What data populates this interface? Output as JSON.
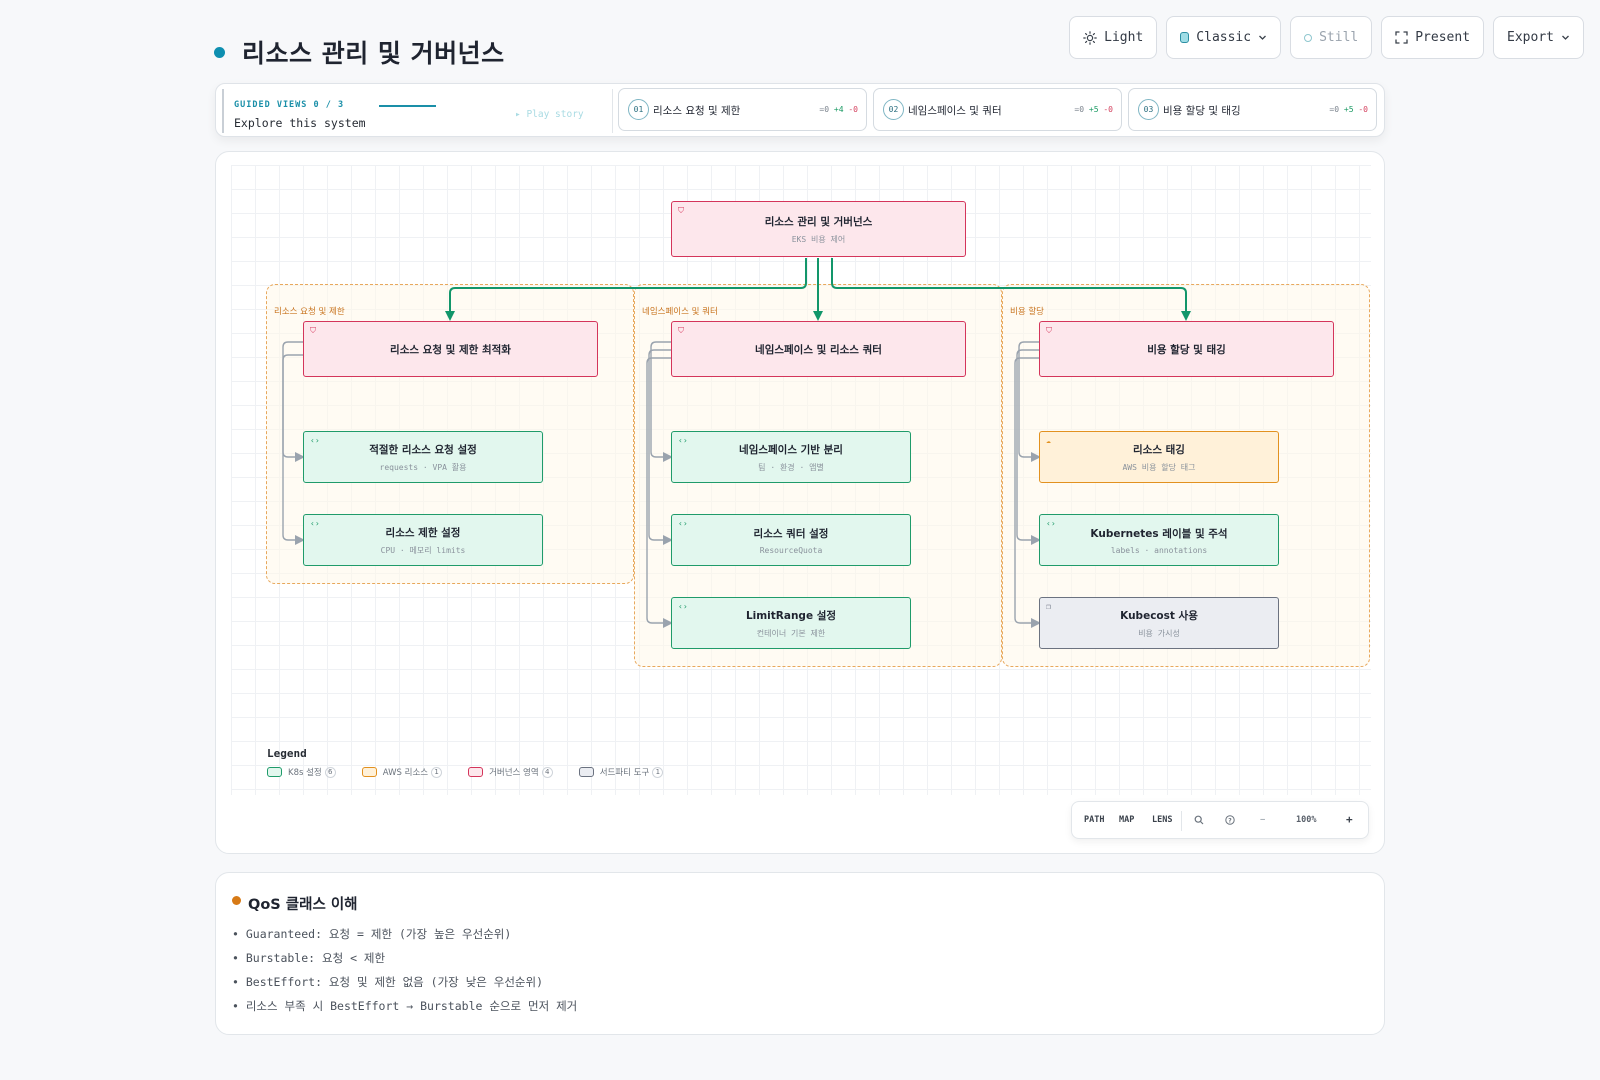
{
  "page": {
    "title": "리소스 관리 및 거버넌스",
    "accent_color": "#0e8fb0"
  },
  "toolbar": {
    "light_label": "Light",
    "theme_label": "Classic",
    "motion_label": "Still",
    "present_label": "Present",
    "export_label": "Export"
  },
  "guided": {
    "label": "GUIDED VIEWS 0 / 3",
    "subtitle": "Explore this system",
    "play_label": "▸ Play story",
    "stories": [
      {
        "num": "01",
        "title": "리소스 요청 및 제한",
        "eq": "=0",
        "plus": "+4",
        "minus": "-0"
      },
      {
        "num": "02",
        "title": "네임스페이스 및 쿼터",
        "eq": "=0",
        "plus": "+5",
        "minus": "-0"
      },
      {
        "num": "03",
        "title": "비용 할당 및 태깅",
        "eq": "=0",
        "plus": "+5",
        "minus": "-0"
      }
    ]
  },
  "diagram": {
    "root": {
      "title": "리소스 관리 및 거버넌스",
      "sub": "EKS 비용 제어",
      "kind": "gov",
      "icon": "shield-icon"
    },
    "groups": [
      {
        "label": "리소스 요청 및 제한",
        "head": {
          "title": "리소스 요청 및 제한 최적화",
          "kind": "gov",
          "icon": "shield-icon"
        },
        "children": [
          {
            "title": "적절한 리소스 요청 설정",
            "sub": "requests · VPA 활용",
            "kind": "k8s",
            "icon": "code-icon"
          },
          {
            "title": "리소스 제한 설정",
            "sub": "CPU · 메모리 limits",
            "kind": "k8s",
            "icon": "code-icon"
          }
        ]
      },
      {
        "label": "네임스페이스 및 쿼터",
        "head": {
          "title": "네임스페이스 및 리소스 쿼터",
          "kind": "gov",
          "icon": "shield-icon"
        },
        "children": [
          {
            "title": "네임스페이스 기반 분리",
            "sub": "팀 · 환경 · 앱별",
            "kind": "k8s",
            "icon": "code-icon"
          },
          {
            "title": "리소스 쿼터 설정",
            "sub": "ResourceQuota",
            "kind": "k8s",
            "icon": "code-icon"
          },
          {
            "title": "LimitRange 설정",
            "sub": "컨테이너 기본 제한",
            "kind": "k8s",
            "icon": "code-icon"
          }
        ]
      },
      {
        "label": "비용 할당",
        "head": {
          "title": "비용 할당 및 태깅",
          "kind": "gov",
          "icon": "shield-icon"
        },
        "children": [
          {
            "title": "리소스 태깅",
            "sub": "AWS 비용 할당 태그",
            "kind": "aws",
            "icon": "cloud-icon"
          },
          {
            "title": "Kubernetes 레이블 및 주석",
            "sub": "labels · annotations",
            "kind": "k8s",
            "icon": "code-icon"
          },
          {
            "title": "Kubecost 사용",
            "sub": "비용 가시성",
            "kind": "tp",
            "icon": "box-icon"
          }
        ]
      }
    ],
    "colors": {
      "primary_edge": "#12966a",
      "secondary_edge": "#9aa3ae"
    }
  },
  "legend": {
    "title": "Legend",
    "items": [
      {
        "label": "K8s 설정",
        "count": "6",
        "fill": "#e2f7ee",
        "stroke": "#1f9b6a"
      },
      {
        "label": "AWS 리소스",
        "count": "1",
        "fill": "#fff1d9",
        "stroke": "#e2911f"
      },
      {
        "label": "거버넌스 영역",
        "count": "4",
        "fill": "#fde7ec",
        "stroke": "#d4355b"
      },
      {
        "label": "서드파티 도구",
        "count": "1",
        "fill": "#ebedf2",
        "stroke": "#6b7280"
      }
    ]
  },
  "controls": {
    "path": "PATH",
    "map": "MAP",
    "lens": "LENS",
    "minus": "−",
    "zoom": "100%",
    "plus": "+"
  },
  "qos": {
    "title": "QoS 클래스 이해",
    "items": [
      "• Guaranteed: 요청 = 제한 (가장 높은 우선순위)",
      "• Burstable: 요청 < 제한",
      "• BestEffort: 요청 및 제한 없음 (가장 낮은 우선순위)",
      "• 리소스 부족 시 BestEffort → Burstable 순으로 먼저 제거"
    ]
  }
}
